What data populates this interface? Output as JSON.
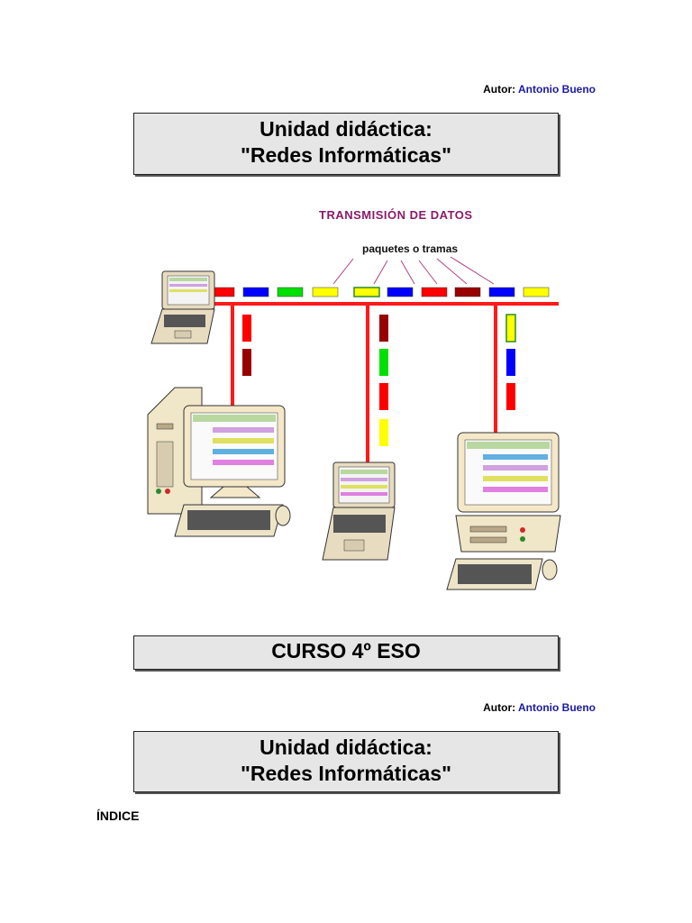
{
  "header_author": {
    "label": "Autor:",
    "name": "Antonio Bueno"
  },
  "title_block": {
    "line1": "Unidad didáctica:",
    "line2": "\"Redes Informáticas\""
  },
  "diagram": {
    "title": "TRANSMISIÓN DE DATOS",
    "label": "paquetes o tramas",
    "colors": {
      "cable": "#ff1a1a",
      "red": "#ff0000",
      "blue": "#0000ff",
      "green": "#00e000",
      "yellow": "#ffff00",
      "darkred": "#990000",
      "title": "#8a1a6a"
    }
  },
  "course_block": {
    "text": "CURSO 4º ESO"
  },
  "second_author": {
    "label": "Autor:",
    "name": "Antonio Bueno"
  },
  "second_title_block": {
    "line1": "Unidad didáctica:",
    "line2": "\"Redes Informáticas\""
  },
  "index_heading": "ÍNDICE"
}
